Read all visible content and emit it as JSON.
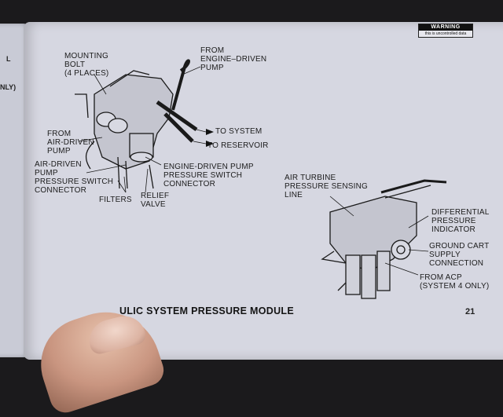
{
  "left_page": {
    "fragments": [
      "L",
      "NLY)"
    ]
  },
  "warning": {
    "title": "WARNING",
    "subtitle": "this is uncontrolled data"
  },
  "upper_figure": {
    "labels": {
      "mounting_bolt": "MOUNTING\nBOLT\n(4 PLACES)",
      "from_engine_pump": "FROM\nENGINE–DRIVEN\nPUMP",
      "to_system": "TO SYSTEM",
      "to_reservoir": "TO RESERVOIR",
      "from_air_pump": "FROM\nAIR-DRIVEN\nPUMP",
      "air_pump_switch": "AIR-DRIVEN\nPUMP\nPRESSURE SWITCH\nCONNECTOR",
      "engine_pump_switch": "ENGINE-DRIVEN PUMP\nPRESSURE SWITCH\nCONNECTOR",
      "filters": "FILTERS",
      "relief_valve": "RELIEF\nVALVE"
    }
  },
  "lower_figure": {
    "labels": {
      "air_turbine": "AIR TURBINE\nPRESSURE SENSING\nLINE",
      "differential": "DIFFERENTIAL\nPRESSURE\nINDICATOR",
      "ground_cart": "GROUND CART\nSUPPLY\nCONNECTION",
      "from_acp": "FROM ACP\n(SYSTEM 4 ONLY)"
    }
  },
  "footer": {
    "title": "ULIC SYSTEM PRESSURE MODULE",
    "page_number": "21"
  }
}
